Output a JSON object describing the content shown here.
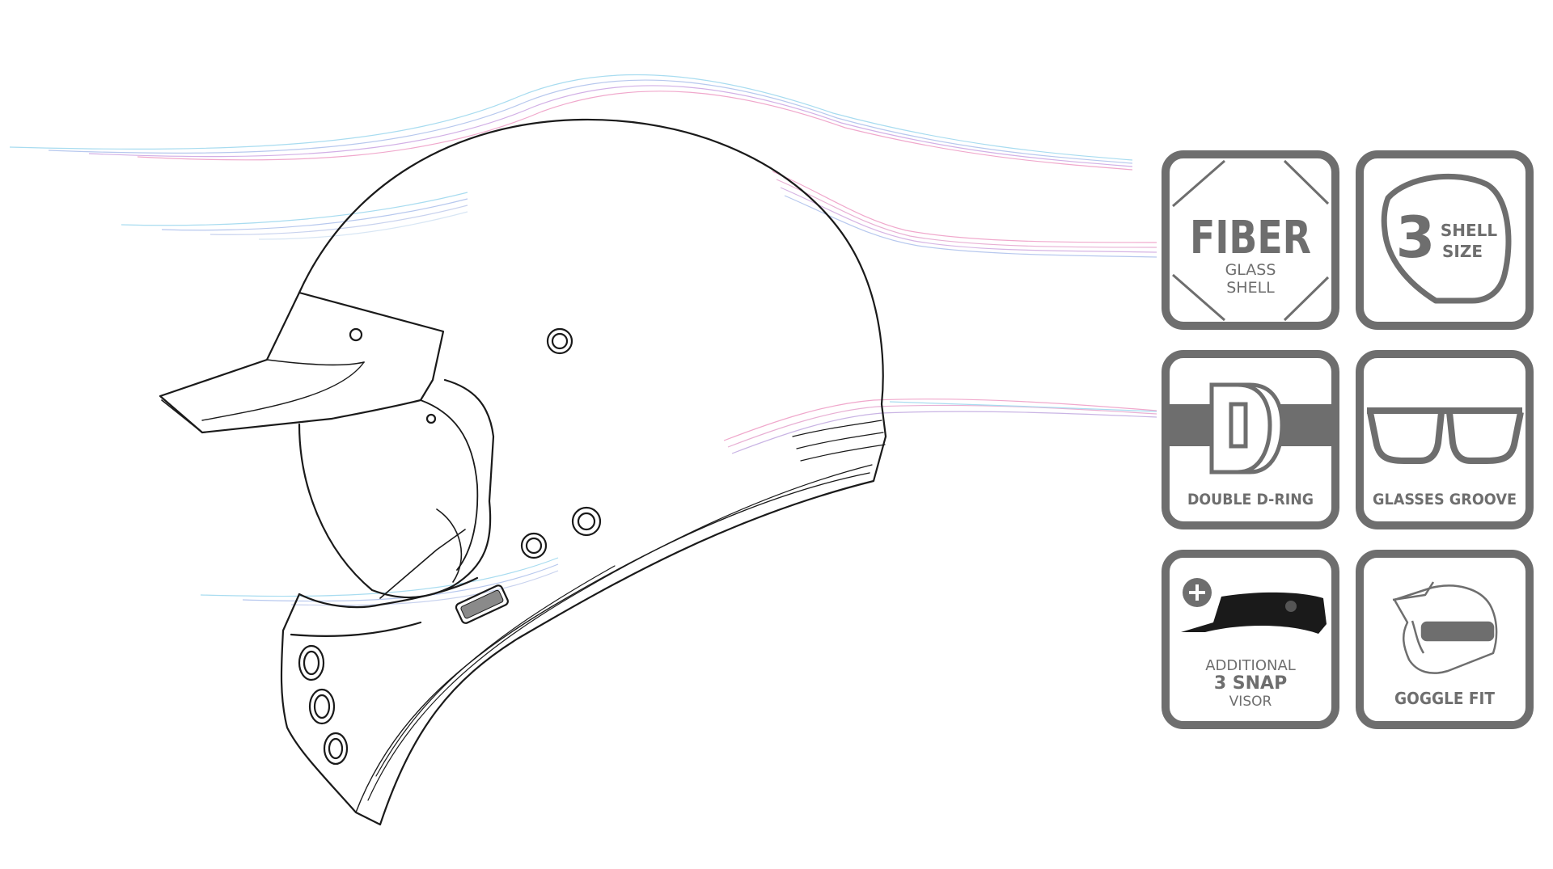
{
  "colors": {
    "badge_gray": "#6e6e6e",
    "outline": "#1a1a1a",
    "airflow_blue": "#9ed6ee",
    "airflow_pink": "#f4a6c8",
    "airflow_purple": "#c9a8e6"
  },
  "badges": {
    "fiber": {
      "title": "FIBER",
      "line1": "GLASS",
      "line2": "SHELL"
    },
    "shell_size": {
      "number": "3",
      "line1": "SHELL",
      "line2": "SIZE"
    },
    "double_d_ring": {
      "label": "DOUBLE D-RING"
    },
    "glasses_groove": {
      "label": "GLASSES GROOVE"
    },
    "visor": {
      "line1": "ADDITIONAL",
      "line2": "3 SNAP",
      "line3": "VISOR"
    },
    "goggle_fit": {
      "label": "GOGGLE FIT"
    }
  }
}
